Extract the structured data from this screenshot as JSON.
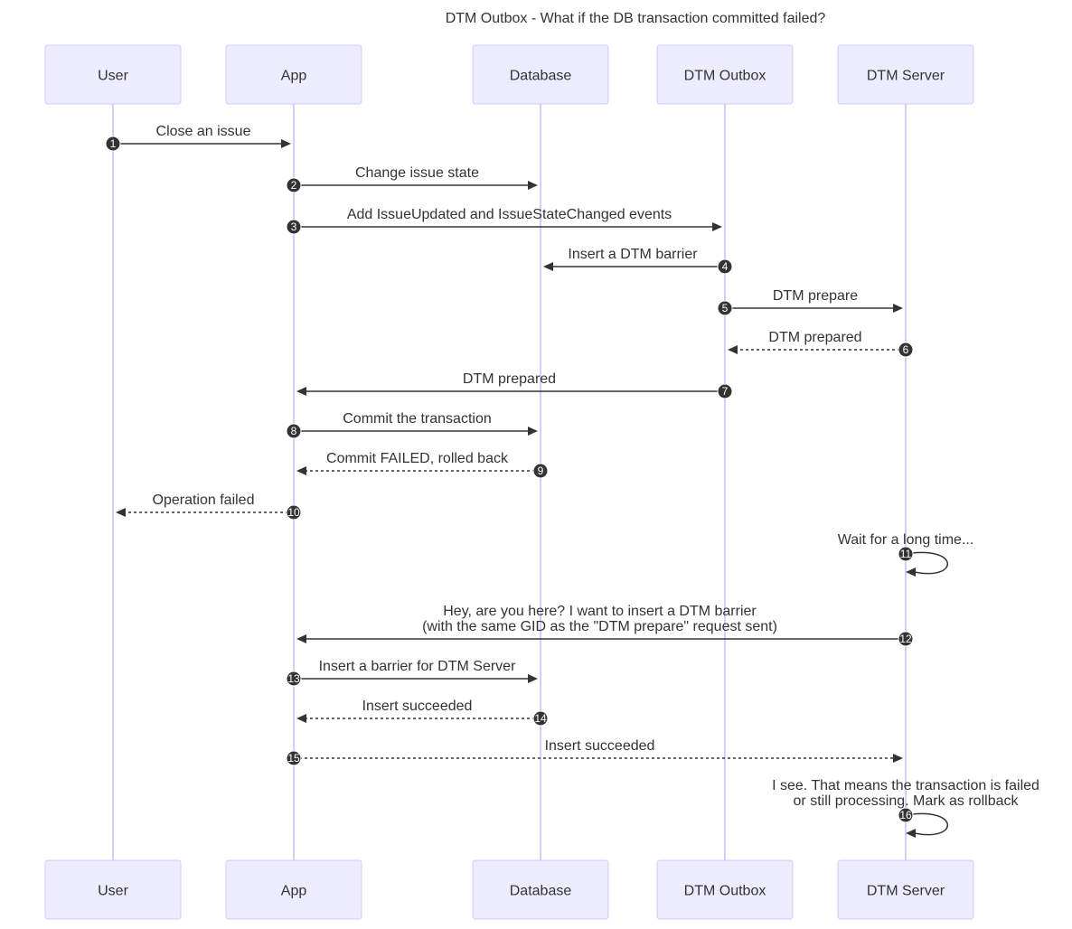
{
  "diagram": {
    "title": "DTM Outbox - What if the DB transaction committed failed?",
    "actors": [
      {
        "id": "user",
        "label": "User"
      },
      {
        "id": "app",
        "label": "App"
      },
      {
        "id": "database",
        "label": "Database"
      },
      {
        "id": "outbox",
        "label": "DTM Outbox"
      },
      {
        "id": "server",
        "label": "DTM Server"
      }
    ],
    "messages": [
      {
        "seq": "1",
        "from": "user",
        "to": "app",
        "style": "solid",
        "lines": [
          "Close an issue"
        ]
      },
      {
        "seq": "2",
        "from": "app",
        "to": "database",
        "style": "solid",
        "lines": [
          "Change issue state"
        ]
      },
      {
        "seq": "3",
        "from": "app",
        "to": "outbox",
        "style": "solid",
        "lines": [
          "Add IssueUpdated and IssueStateChanged events"
        ]
      },
      {
        "seq": "4",
        "from": "outbox",
        "to": "database",
        "style": "solid",
        "lines": [
          "Insert a DTM barrier"
        ]
      },
      {
        "seq": "5",
        "from": "outbox",
        "to": "server",
        "style": "solid",
        "lines": [
          "DTM prepare"
        ]
      },
      {
        "seq": "6",
        "from": "server",
        "to": "outbox",
        "style": "dotted",
        "lines": [
          "DTM prepared"
        ]
      },
      {
        "seq": "7",
        "from": "outbox",
        "to": "app",
        "style": "solid",
        "lines": [
          "DTM prepared"
        ]
      },
      {
        "seq": "8",
        "from": "app",
        "to": "database",
        "style": "solid",
        "lines": [
          "Commit the transaction"
        ]
      },
      {
        "seq": "9",
        "from": "database",
        "to": "app",
        "style": "dotted",
        "lines": [
          "Commit FAILED, rolled back"
        ]
      },
      {
        "seq": "10",
        "from": "app",
        "to": "user",
        "style": "dotted",
        "lines": [
          "Operation failed"
        ]
      },
      {
        "seq": "11",
        "from": "server",
        "to": "server",
        "style": "solid",
        "lines": [
          "Wait for a long time..."
        ]
      },
      {
        "seq": "12",
        "from": "server",
        "to": "app",
        "style": "solid",
        "lines": [
          "Hey, are you here? I want to insert a DTM barrier",
          "(with the same GID as the \"DTM prepare\" request sent)"
        ]
      },
      {
        "seq": "13",
        "from": "app",
        "to": "database",
        "style": "solid",
        "lines": [
          "Insert a barrier for DTM Server"
        ]
      },
      {
        "seq": "14",
        "from": "database",
        "to": "app",
        "style": "dotted",
        "lines": [
          "Insert succeeded"
        ]
      },
      {
        "seq": "15",
        "from": "app",
        "to": "server",
        "style": "dotted",
        "lines": [
          "Insert succeeded"
        ]
      },
      {
        "seq": "16",
        "from": "server",
        "to": "server",
        "style": "solid",
        "lines": [
          "I see. That means the transaction is failed",
          "or still processing. Mark as rollback"
        ]
      }
    ]
  },
  "colors": {
    "actor_fill": "#ECECFF",
    "actor_stroke": "#CCCCFF",
    "lifeline": "#CCCCFF",
    "line": "#333333",
    "text": "#333333",
    "background": "#FFFFFF"
  }
}
